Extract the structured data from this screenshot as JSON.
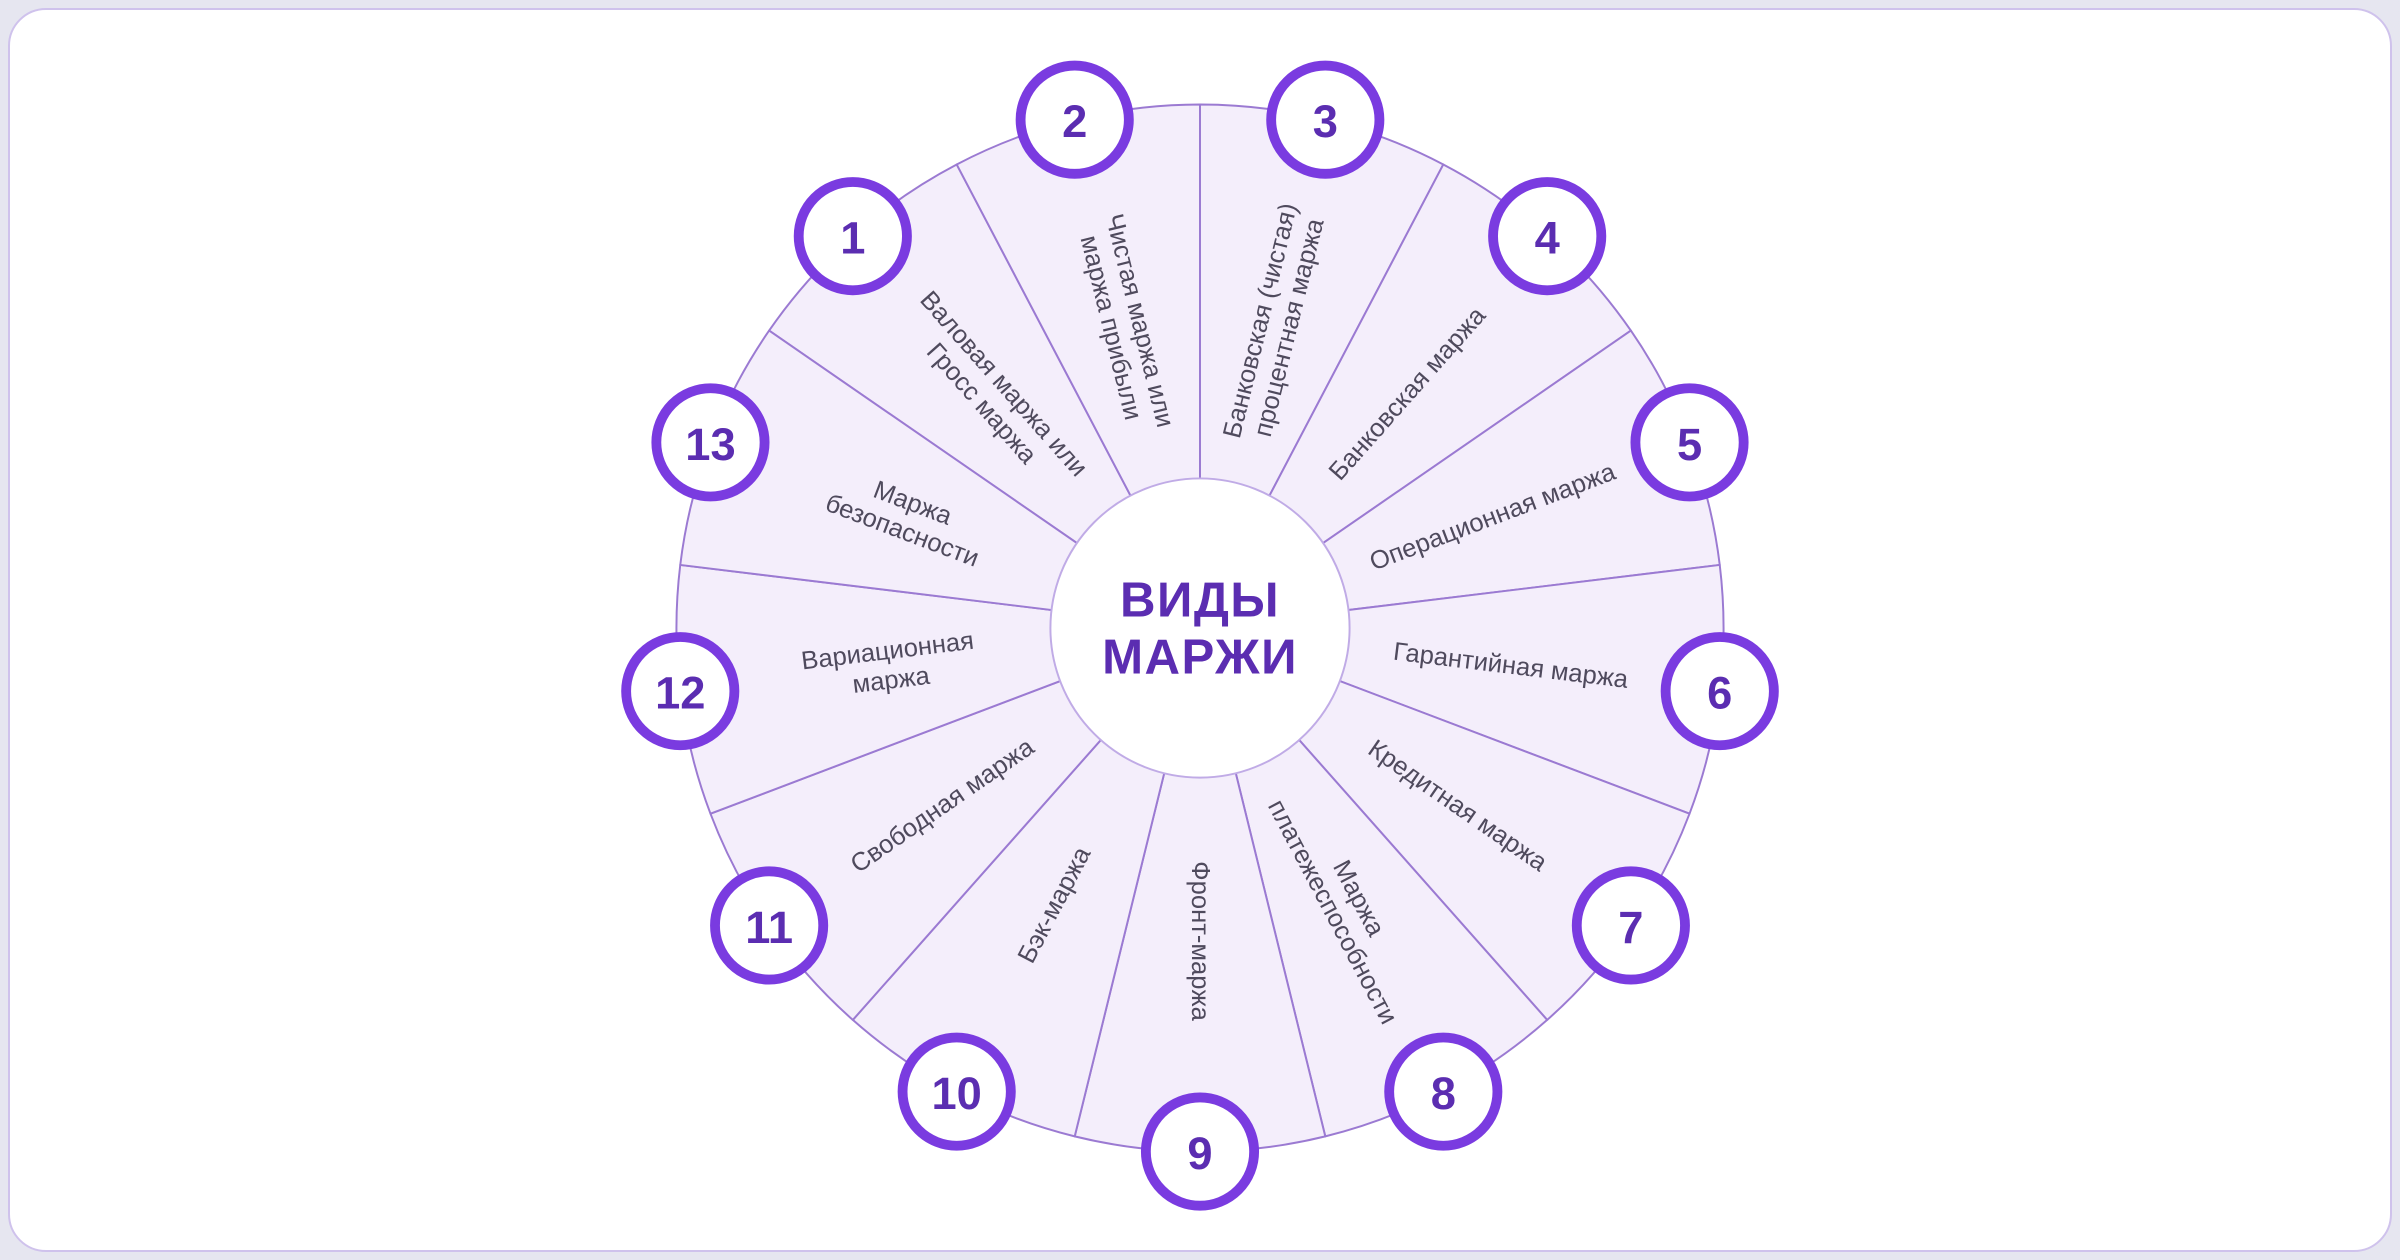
{
  "diagram": {
    "center_title_lines": [
      "ВИДЫ",
      "МАРЖИ"
    ],
    "segments": [
      {
        "number": "1",
        "label_lines": [
          "Валовая маржа или",
          "Гросс маржа"
        ]
      },
      {
        "number": "2",
        "label_lines": [
          "Чистая маржа или",
          "маржа прибыли"
        ]
      },
      {
        "number": "3",
        "label_lines": [
          "Банковская (чистая)",
          "процентная маржа"
        ]
      },
      {
        "number": "4",
        "label_lines": [
          "Банковская маржа"
        ]
      },
      {
        "number": "5",
        "label_lines": [
          "Операционная маржа"
        ]
      },
      {
        "number": "6",
        "label_lines": [
          "Гарантийная маржа"
        ]
      },
      {
        "number": "7",
        "label_lines": [
          "Кредитная маржа"
        ]
      },
      {
        "number": "8",
        "label_lines": [
          "Маржа",
          "платежеспособности"
        ]
      },
      {
        "number": "9",
        "label_lines": [
          "Фронт-маржа"
        ]
      },
      {
        "number": "10",
        "label_lines": [
          "Бэк-маржа"
        ]
      },
      {
        "number": "11",
        "label_lines": [
          "Свободная маржа"
        ]
      },
      {
        "number": "12",
        "label_lines": [
          "Вариационная",
          "маржа"
        ]
      },
      {
        "number": "13",
        "label_lines": [
          "Маржа",
          "безопасности"
        ]
      }
    ],
    "colors": {
      "page_background": "#e6e6f0",
      "card_background": "#ffffff",
      "card_border": "#cfc2ec",
      "wedge_fill": "#f4eefb",
      "wedge_stroke": "#9b7ad2",
      "inner_circle_fill": "#ffffff",
      "inner_circle_stroke": "#c0abe6",
      "badge_fill": "#ffffff",
      "badge_stroke": "#7a3be0",
      "badge_number": "#5b2db1",
      "center_title": "#5b2db1",
      "label_text": "#4f4a5d"
    }
  }
}
